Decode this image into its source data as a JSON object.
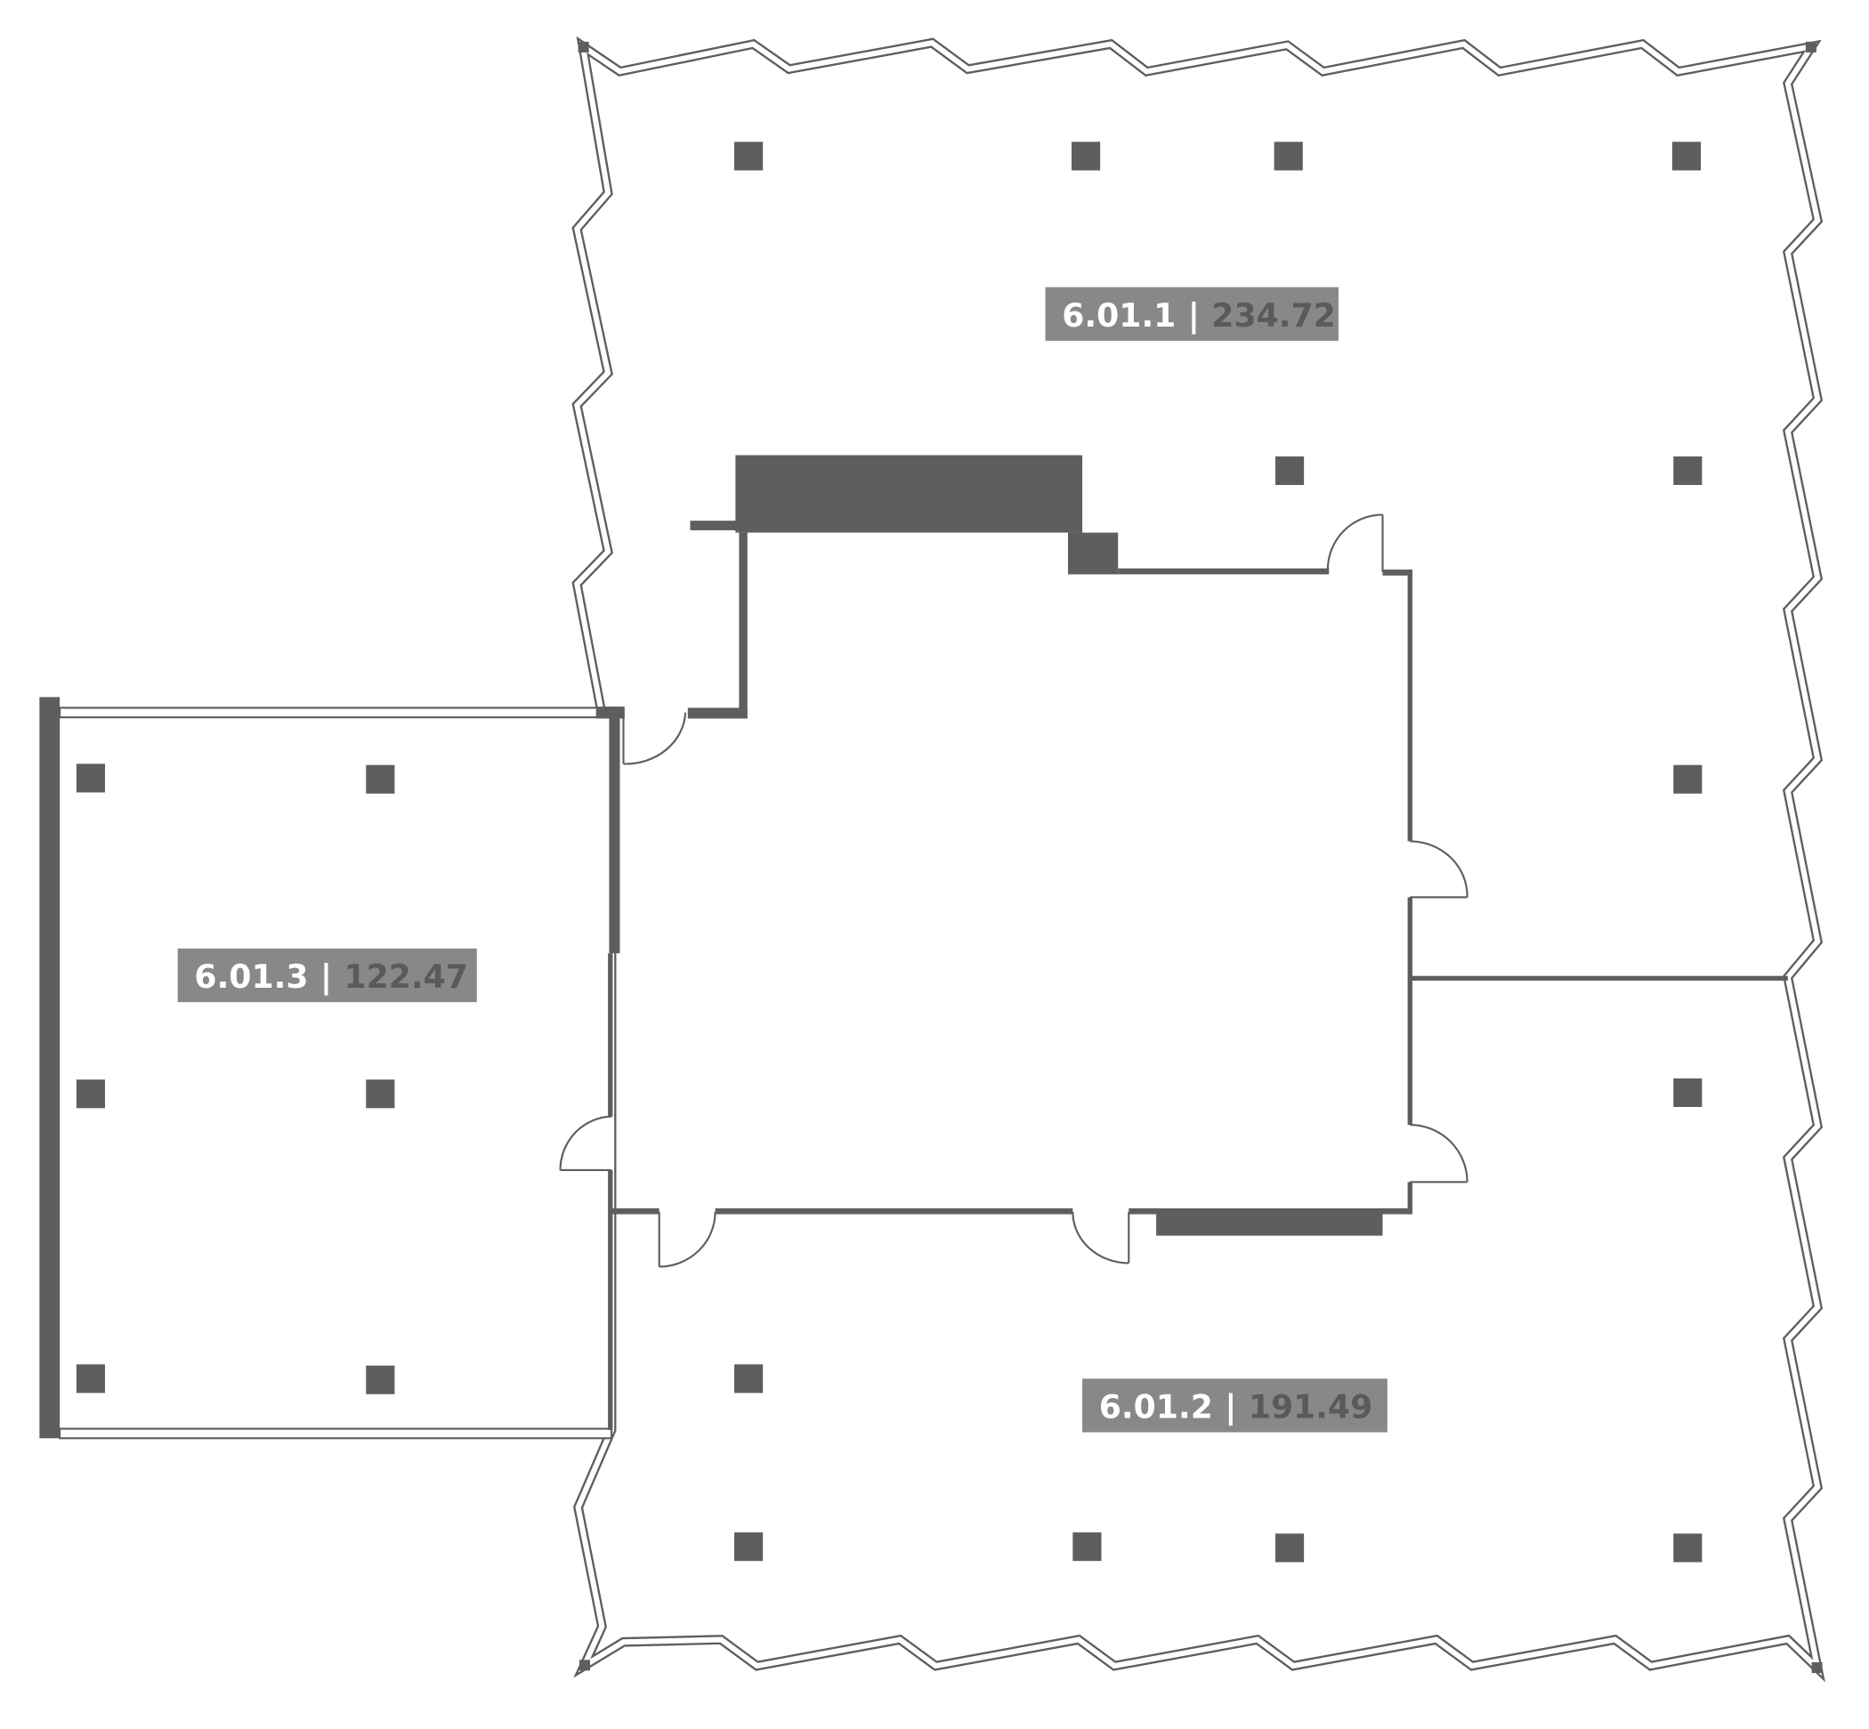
{
  "floor_plan": {
    "colors": {
      "wall": "#5e5e5e",
      "label_bg": "#888888",
      "label_id": "#ffffff",
      "label_area": "#5a5a5a"
    },
    "units": [
      {
        "id": "6.01.1",
        "separator": "|",
        "area": "234.72"
      },
      {
        "id": "6.01.2",
        "separator": "|",
        "area": "191.49"
      },
      {
        "id": "6.01.3",
        "separator": "|",
        "area": "122.47"
      }
    ]
  }
}
